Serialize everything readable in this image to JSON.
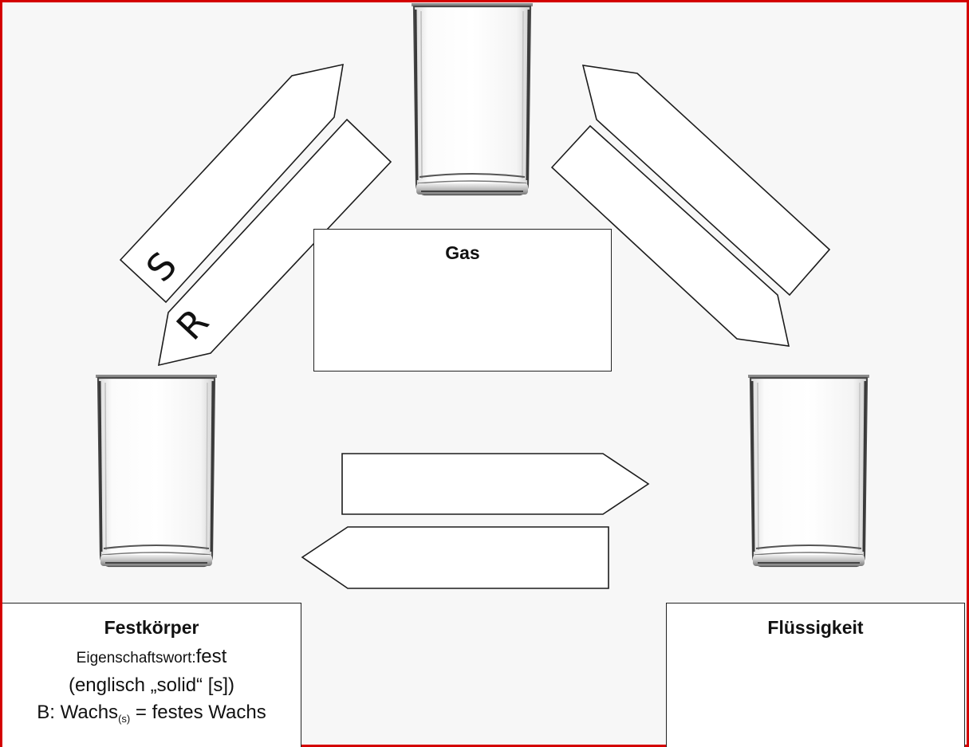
{
  "boxes": {
    "gas": {
      "title": "Gas"
    },
    "solid": {
      "title": "Festkörper",
      "adjective_label": "Eigenschaftswort:",
      "adjective_value": "fest",
      "english_line": "(englisch „solid“ [s])",
      "example_prefix": "B: Wachs",
      "example_subscript": "(s)",
      "example_suffix": " = festes Wachs"
    },
    "liquid": {
      "title": "Flüssigkeit"
    }
  },
  "arrow_letters": {
    "upper_left": "S",
    "lower_left": "R"
  },
  "colors": {
    "frame": "#d40000",
    "outline": "#222222",
    "background": "#f7f7f7"
  },
  "icons": [
    "glass-icon"
  ]
}
